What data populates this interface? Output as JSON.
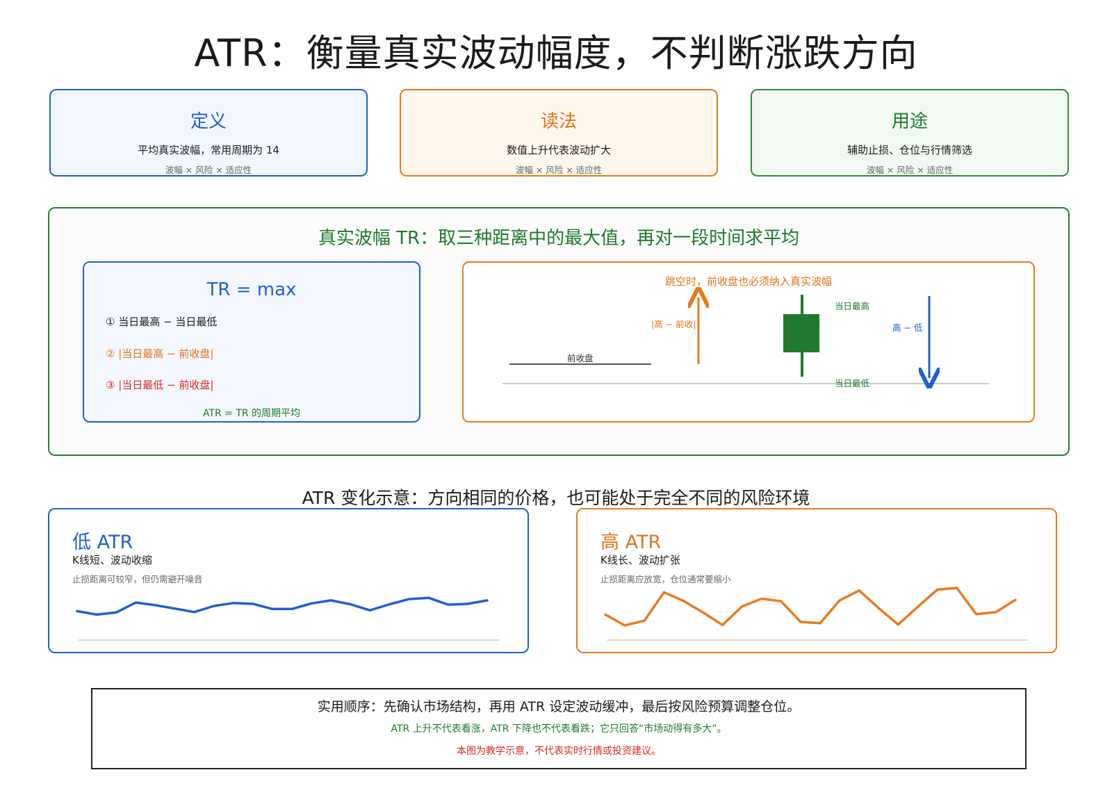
{
  "title": "ATR：衡量真实波动幅度，不判断涨跌方向",
  "cards": [
    {
      "title": "定义",
      "main": "平均真实波幅，常用周期为 14",
      "sub": "波幅 × 风险 × 适应性",
      "color": "#1f5fcf"
    },
    {
      "title": "读法",
      "main": "数值上升代表波动扩大",
      "sub": "波幅 × 风险 × 适应性",
      "color": "#ea7a1f"
    },
    {
      "title": "用途",
      "main": "辅助止损、仓位与行情筛选",
      "sub": "波幅 × 风险 × 适应性",
      "color": "#2a8a3a"
    }
  ],
  "tr": {
    "title": "真实波幅 TR：取三种距离中的最大值，再对一段时间求平均",
    "formula_head": "TR = max",
    "line1": "① 当日最高 − 当日最低",
    "line2": "② |当日最高 − 前收盘|",
    "line3": "③ |当日最低 − 前收盘|",
    "foot": "ATR = TR 的周期平均",
    "gap_title": "跳空时，前收盘也必须纳入真实波幅",
    "prev_close": "前收盘",
    "high_minus_prev": "|高 − 前收|",
    "day_high": "当日最高",
    "day_low": "当日最低",
    "high_minus_low": "高 − 低"
  },
  "atr_compare": {
    "title": "ATR 变化示意：方向相同的价格，也可能处于完全不同的风险环境",
    "low": {
      "heading": "低 ATR",
      "desc": "K线短、波动收缩",
      "note": "止损距离可较窄，但仍需避开噪音",
      "color": "#1f5fcf",
      "series": [
        0.38,
        0.3,
        0.35,
        0.58,
        0.52,
        0.44,
        0.36,
        0.5,
        0.57,
        0.55,
        0.43,
        0.43,
        0.56,
        0.63,
        0.54,
        0.4,
        0.54,
        0.66,
        0.69,
        0.53,
        0.55,
        0.63
      ]
    },
    "high": {
      "heading": "高 ATR",
      "desc": "K线长、波动扩张",
      "note": "止损距离应放宽，仓位通常要缩小",
      "color": "#ea7a1f",
      "series": [
        0.3,
        0.05,
        0.16,
        0.82,
        0.62,
        0.35,
        0.06,
        0.49,
        0.67,
        0.61,
        0.13,
        0.1,
        0.63,
        0.86,
        0.45,
        0.07,
        0.48,
        0.88,
        0.92,
        0.31,
        0.36,
        0.64
      ]
    }
  },
  "footer": {
    "line1": "实用顺序：先确认市场结构，再用 ATR 设定波动缓冲，最后按风险预算调整仓位。",
    "line2": "ATR 上升不代表看涨，ATR 下降也不代表看跌；它只回答“市场动得有多大”。",
    "line3": "本图为教学示意，不代表实时行情或投资建议。"
  }
}
